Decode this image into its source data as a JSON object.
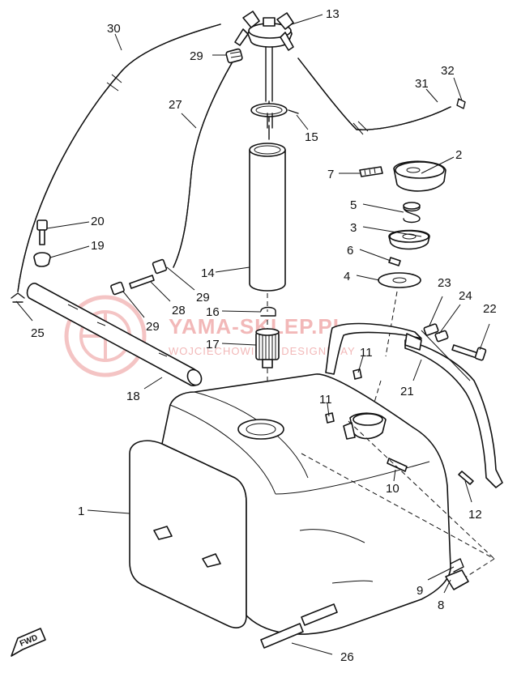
{
  "watermark": {
    "brand": "YAMA-SKLEP.PL",
    "subtitle": "WOJCIECHOWICZ | DESIGN|WAY",
    "color": "#f2b8b8"
  },
  "fwd_label": "FWD",
  "callouts": [
    {
      "id": "c1",
      "text": "1"
    },
    {
      "id": "c2",
      "text": "2"
    },
    {
      "id": "c3",
      "text": "3"
    },
    {
      "id": "c4",
      "text": "4"
    },
    {
      "id": "c5",
      "text": "5"
    },
    {
      "id": "c6",
      "text": "6"
    },
    {
      "id": "c7",
      "text": "7"
    },
    {
      "id": "c8",
      "text": "8"
    },
    {
      "id": "c9",
      "text": "9"
    },
    {
      "id": "c10",
      "text": "10"
    },
    {
      "id": "c11a",
      "text": "11"
    },
    {
      "id": "c11b",
      "text": "11"
    },
    {
      "id": "c12",
      "text": "12"
    },
    {
      "id": "c13",
      "text": "13"
    },
    {
      "id": "c14",
      "text": "14"
    },
    {
      "id": "c15",
      "text": "15"
    },
    {
      "id": "c16",
      "text": "16"
    },
    {
      "id": "c17",
      "text": "17"
    },
    {
      "id": "c18",
      "text": "18"
    },
    {
      "id": "c19",
      "text": "19"
    },
    {
      "id": "c20",
      "text": "20"
    },
    {
      "id": "c21",
      "text": "21"
    },
    {
      "id": "c22",
      "text": "22"
    },
    {
      "id": "c23",
      "text": "23"
    },
    {
      "id": "c24",
      "text": "24"
    },
    {
      "id": "c25",
      "text": "25"
    },
    {
      "id": "c26",
      "text": "26"
    },
    {
      "id": "c27",
      "text": "27"
    },
    {
      "id": "c28",
      "text": "28"
    },
    {
      "id": "c29a",
      "text": "29"
    },
    {
      "id": "c29b",
      "text": "29"
    },
    {
      "id": "c29c",
      "text": "29"
    },
    {
      "id": "c30",
      "text": "30"
    },
    {
      "id": "c31",
      "text": "31"
    },
    {
      "id": "c32",
      "text": "32"
    }
  ]
}
